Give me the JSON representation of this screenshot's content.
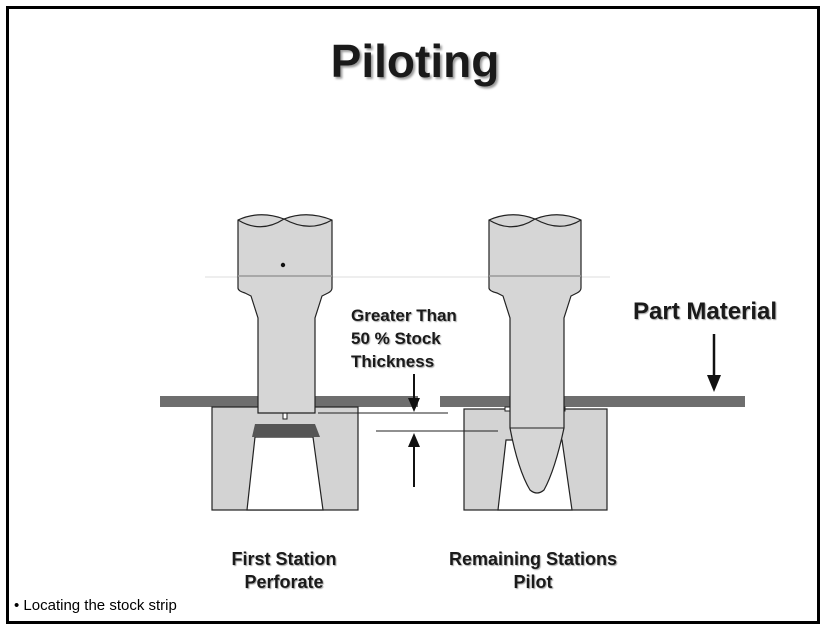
{
  "title": "Piloting",
  "labels": {
    "thickness_lines": [
      "Greater Than",
      "50 % Stock",
      "Thickness"
    ],
    "part_material": "Part Material",
    "first_station": [
      "First Station",
      "Perforate"
    ],
    "remaining_stations": [
      "Remaining Stations",
      "Pilot"
    ]
  },
  "bullets": [
    "• Locating the stock strip"
  ],
  "colors": {
    "punch": "#d6d6d6",
    "strip": "#6e6e6e",
    "die": "#d3d3d3",
    "outline": "#222222",
    "slug": "#555555"
  }
}
